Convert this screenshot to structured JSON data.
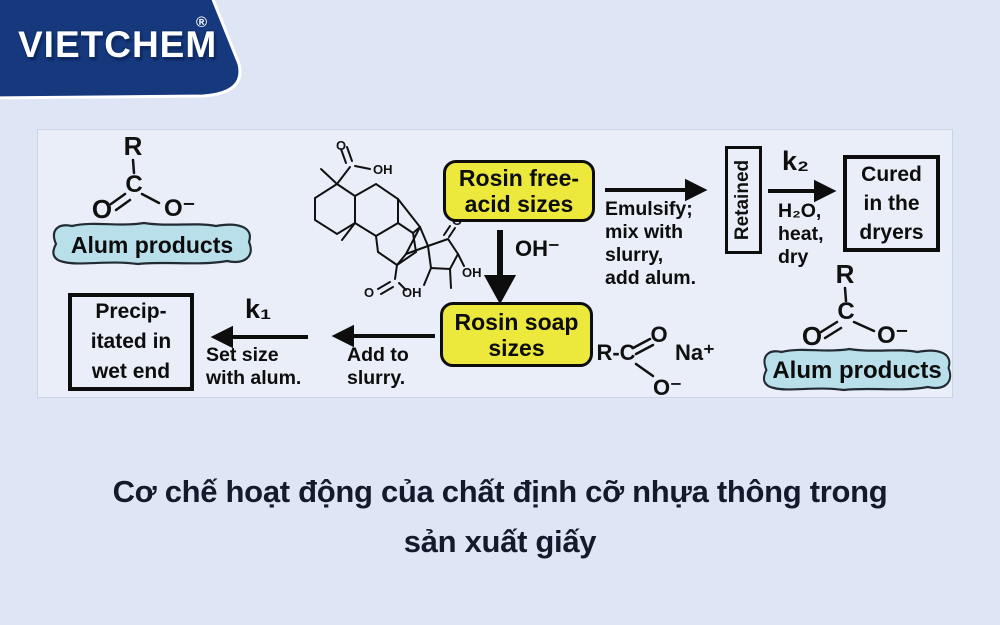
{
  "logo": {
    "brand": "VietChem",
    "registered": "®"
  },
  "caption": {
    "line1": "Cơ chế hoạt động của chất định cỡ nhựa thông trong",
    "line2": "sản xuất giấy"
  },
  "panel": {
    "boxes": {
      "rosin_free": {
        "line1": "Rosin free-",
        "line2": "acid sizes"
      },
      "rosin_soap": {
        "line1": "Rosin soap",
        "line2": "sizes"
      },
      "retained": {
        "label": "Retained"
      },
      "cured": {
        "line1": "Cured",
        "line2": "in the",
        "line3": "dryers"
      },
      "precipitated": {
        "line1": "Precip-",
        "line2": "itated in",
        "line3": "wet end"
      }
    },
    "annotations": {
      "emulsify": {
        "line1": "Emulsify;",
        "line2": "mix with",
        "line3": "slurry,",
        "line4": "add alum."
      },
      "h2o": {
        "line1": "H₂O,",
        "line2": "heat,",
        "line3": "dry"
      },
      "set_size": {
        "line1": "Set size",
        "line2": "with alum."
      },
      "add_to": {
        "line1": "Add to",
        "line2": "slurry."
      },
      "k1": "k₁",
      "k2": "k₂",
      "oh_minus": "OH⁻"
    },
    "blobs": {
      "alum_left": "Alum products",
      "alum_right": "Alum products"
    },
    "atoms": {
      "R": "R",
      "C": "C",
      "O": "O",
      "O_minus": "O⁻",
      "OH": "OH",
      "Na_plus": "Na⁺",
      "RC": "R-C"
    },
    "colors": {
      "page_bg": "#dee5f4",
      "panel_bg": "#eaeef9",
      "logo_navy": "#16387d",
      "accent_yellow": "#ece93c",
      "blob_blue": "#b9dfea",
      "ink": "#111111"
    }
  }
}
